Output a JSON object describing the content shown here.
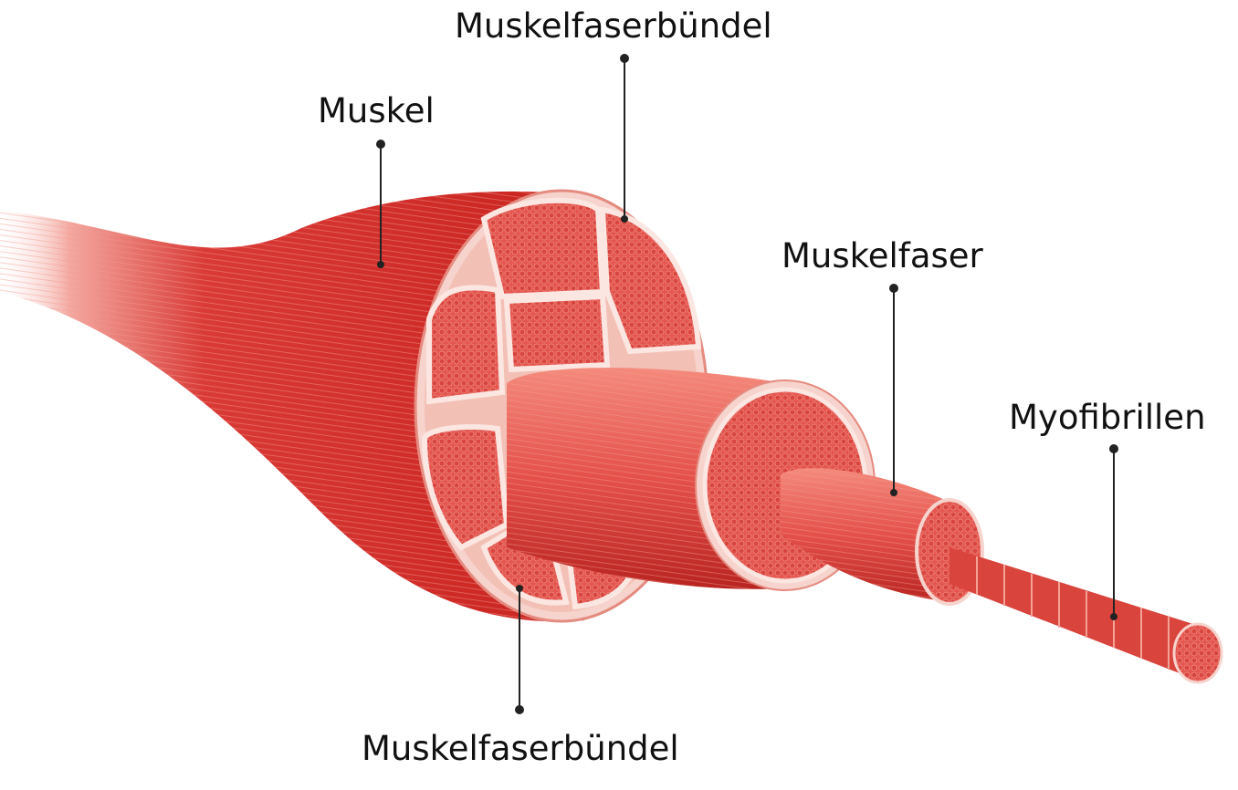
{
  "labels": {
    "bundle_top": "Muskelfaserbündel",
    "muscle": "Muskel",
    "fiber": "Muskelfaser",
    "myofibrils": "Myofibrillen",
    "bundle_bottom": "Muskelfaserbündel"
  },
  "colors": {
    "muscle_dark": "#b3151c",
    "muscle_mid": "#e0413f",
    "muscle_light": "#f27b6f",
    "sheath": "#f6d3cc",
    "leader": "#222222"
  }
}
